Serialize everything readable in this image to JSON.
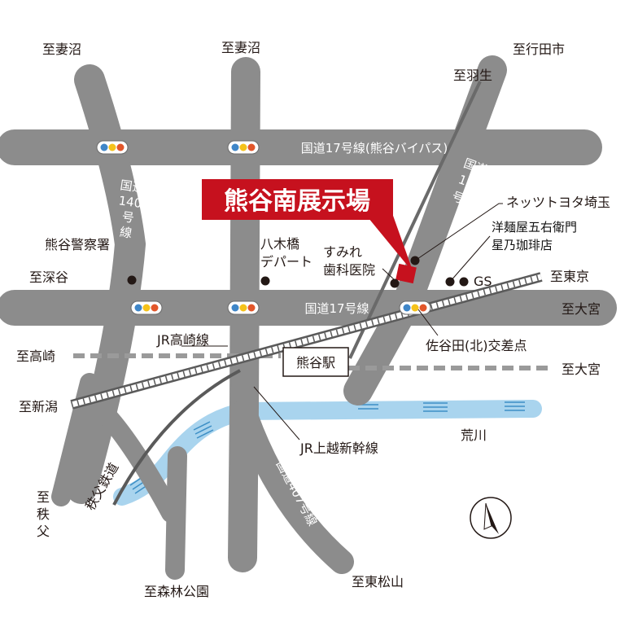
{
  "banner": {
    "title": "熊谷南展示場",
    "color": "#c6111e"
  },
  "colors": {
    "road": "#8c8c8c",
    "river": "#a9d4ee",
    "rail_dash": "#9a9a9a",
    "marker": "#231815"
  },
  "roads": {
    "route17_bypass": "国道17号線(熊谷バイパス)",
    "route17": "国道17号線",
    "route140": [
      "国道",
      "140",
      "号",
      "線"
    ],
    "route125": [
      "国道",
      "125",
      "号線"
    ],
    "route407": "国道407号線"
  },
  "destinations": {
    "tsumanuma_left": "至妻沼",
    "tsumanuma_center": "至妻沼",
    "gyoda": "至行田市",
    "hanyu": "至羽生",
    "fukaya": "至深谷",
    "tokyo": "至東京",
    "omiya_road": "至大宮",
    "takasaki": "至高崎",
    "omiya_rail": "至大宮",
    "niigata": "至新潟",
    "chichibu": [
      "至",
      "秩",
      "父"
    ],
    "shinrin_koen": "至森林公園",
    "higashi_matsuyama": "至東松山"
  },
  "landmarks": {
    "police": "熊谷警察署",
    "yagihashi": [
      "八木橋",
      "デパート"
    ],
    "sumire": [
      "すみれ",
      "歯科医院"
    ],
    "netz_toyota": "ネッツトヨタ埼玉",
    "yomen": "洋麺屋五右衛門",
    "hoshino": "星乃珈琲店",
    "gs": "GS",
    "sayada": "佐谷田(北)交差点",
    "station": "熊谷駅"
  },
  "rail": {
    "jr_takasaki": "JR高崎線",
    "jr_joetsu": "JR上越新幹線",
    "chichibu_railway": "秩父鉄道"
  },
  "river": {
    "name": "荒川"
  },
  "icons": {
    "traffic_light": "traffic-light-icon",
    "north_arrow": "north-arrow-icon"
  }
}
